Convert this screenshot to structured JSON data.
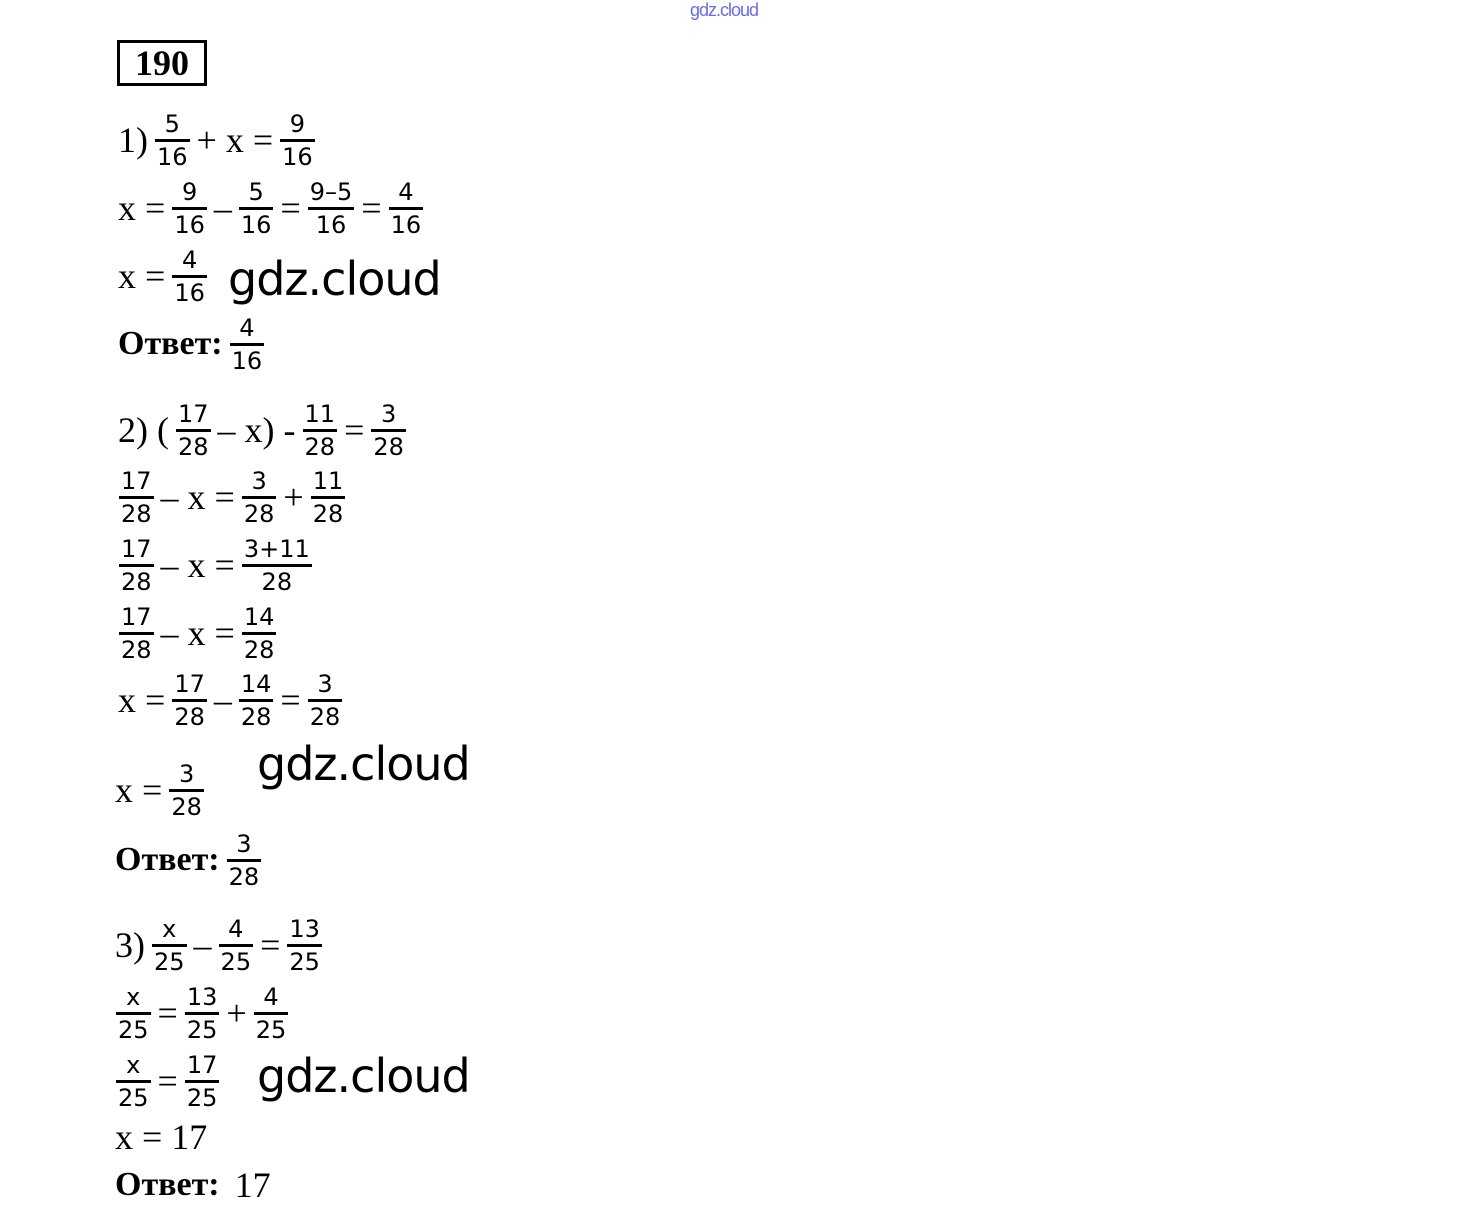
{
  "watermark_top": "gdz.cloud",
  "task_number": "190",
  "watermark": "gdz.cloud",
  "lines": [
    [
      {
        "t": "1)"
      },
      {
        "n": "5",
        "d": "16"
      },
      {
        "t": "+ x ="
      },
      {
        "n": "9",
        "d": "16"
      }
    ],
    [
      {
        "t": "x ="
      },
      {
        "n": "9",
        "d": "16"
      },
      {
        "t": "–"
      },
      {
        "n": "5",
        "d": "16"
      },
      {
        "t": "="
      },
      {
        "n": "9–5",
        "d": "16"
      },
      {
        "t": "="
      },
      {
        "n": "4",
        "d": "16"
      }
    ],
    [
      {
        "t": "x ="
      },
      {
        "n": "4",
        "d": "16"
      }
    ],
    [
      {
        "b": "Ответ:"
      },
      {
        "n": "4",
        "d": "16"
      }
    ],
    [
      {
        "t": "2) ("
      },
      {
        "n": "17",
        "d": "28"
      },
      {
        "t": "– x) -"
      },
      {
        "n": "11",
        "d": "28"
      },
      {
        "t": "="
      },
      {
        "n": "3",
        "d": "28"
      }
    ],
    [
      {
        "n": "17",
        "d": "28"
      },
      {
        "t": "– x ="
      },
      {
        "n": "3",
        "d": "28"
      },
      {
        "t": "+"
      },
      {
        "n": "11",
        "d": "28"
      }
    ],
    [
      {
        "n": "17",
        "d": "28"
      },
      {
        "t": "– x ="
      },
      {
        "n": "3+11",
        "d": "28"
      }
    ],
    [
      {
        "n": "17",
        "d": "28"
      },
      {
        "t": "– x ="
      },
      {
        "n": "14",
        "d": "28"
      }
    ],
    [
      {
        "t": "x ="
      },
      {
        "n": "17",
        "d": "28"
      },
      {
        "t": "–"
      },
      {
        "n": "14",
        "d": "28"
      },
      {
        "t": "="
      },
      {
        "n": "3",
        "d": "28"
      }
    ],
    [
      {
        "t": "x ="
      },
      {
        "n": "3",
        "d": "28"
      }
    ],
    [
      {
        "b": "Ответ:"
      },
      {
        "n": "3",
        "d": "28"
      }
    ],
    [
      {
        "t": "3)"
      },
      {
        "n": "x",
        "d": "25"
      },
      {
        "t": "–"
      },
      {
        "n": "4",
        "d": "25"
      },
      {
        "t": "="
      },
      {
        "n": "13",
        "d": "25"
      }
    ],
    [
      {
        "n": "x",
        "d": "25"
      },
      {
        "t": "="
      },
      {
        "n": "13",
        "d": "25"
      },
      {
        "t": "+"
      },
      {
        "n": "4",
        "d": "25"
      }
    ],
    [
      {
        "n": "x",
        "d": "25"
      },
      {
        "t": "="
      },
      {
        "n": "17",
        "d": "25"
      }
    ],
    [
      {
        "t": "x = 17"
      }
    ],
    [
      {
        "b": "Ответ:"
      },
      {
        "t": " 17"
      }
    ]
  ]
}
